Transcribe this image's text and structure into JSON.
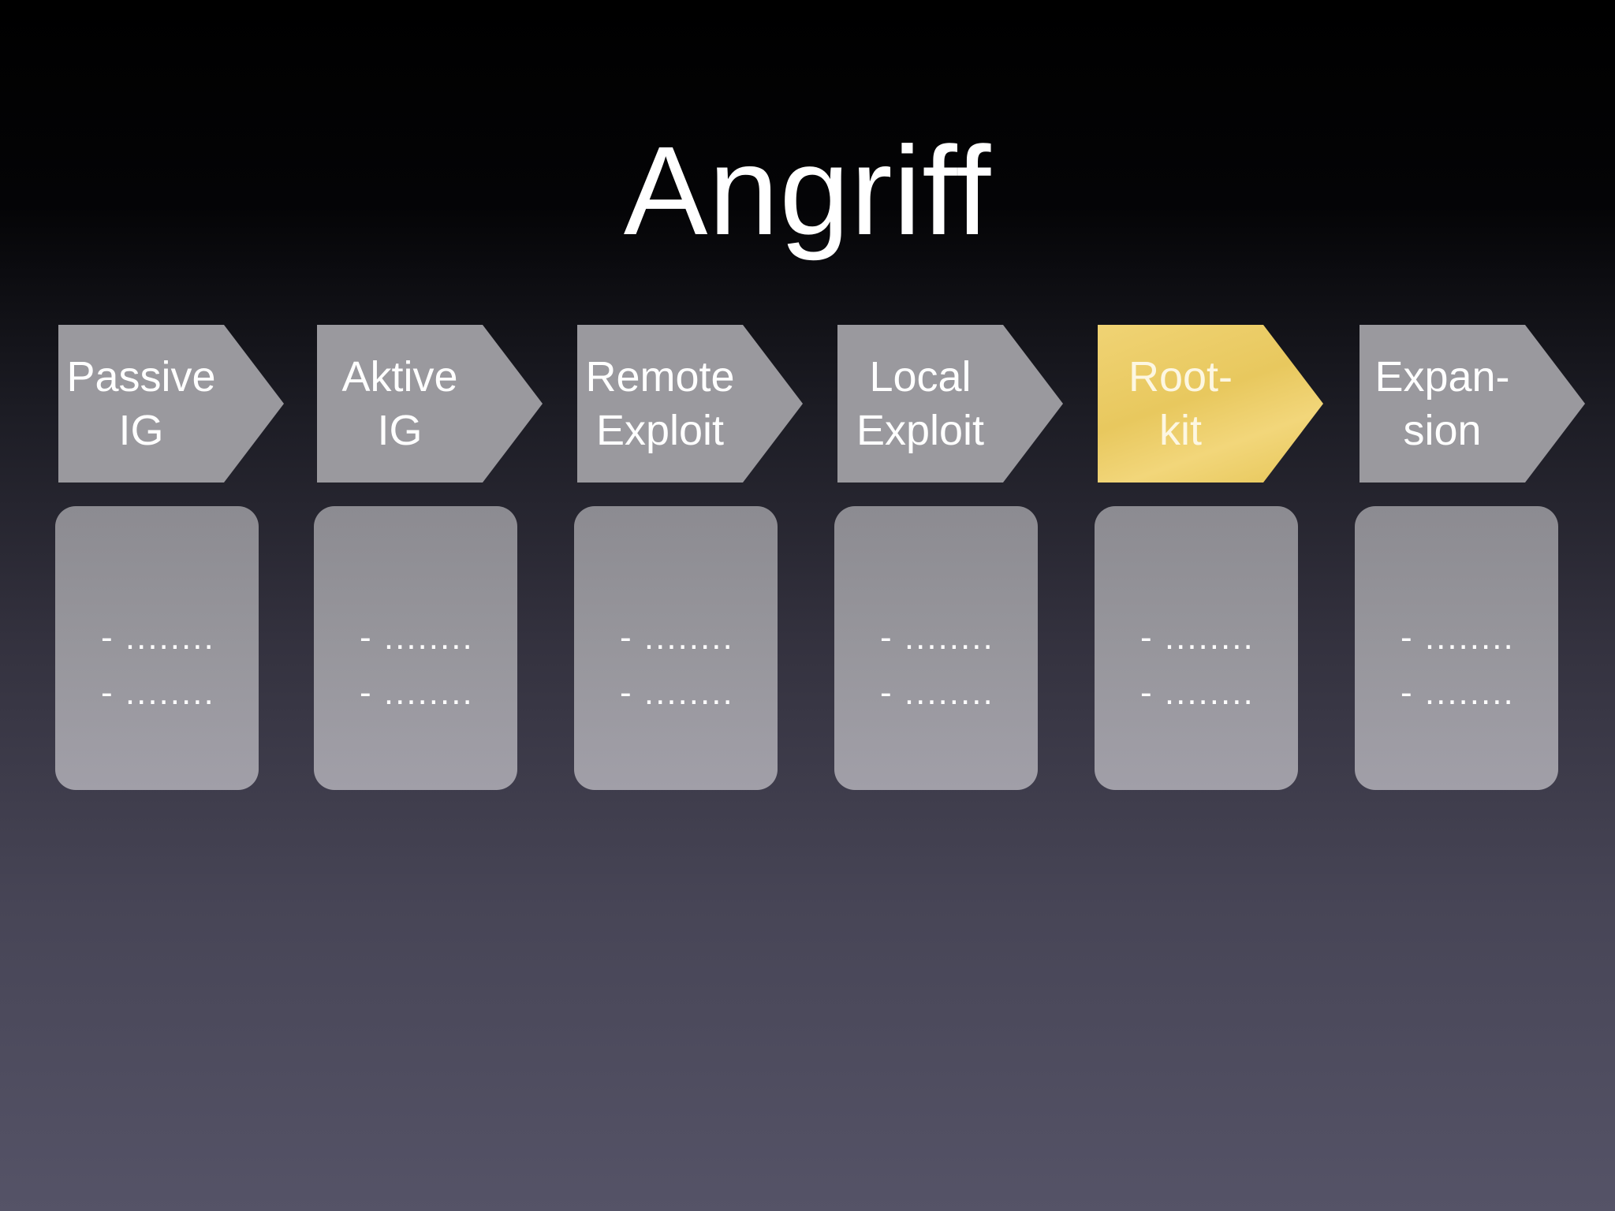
{
  "title": "Angriff",
  "stages": [
    {
      "line1": "Passive",
      "line2": "IG",
      "active": false,
      "items": [
        "- ........",
        "- ........"
      ]
    },
    {
      "line1": "Aktive",
      "line2": "IG",
      "active": false,
      "items": [
        "- ........",
        "- ........"
      ]
    },
    {
      "line1": "Remote",
      "line2": "Exploit",
      "active": false,
      "items": [
        "- ........",
        "- ........"
      ]
    },
    {
      "line1": "Local",
      "line2": "Exploit",
      "active": false,
      "items": [
        "- ........",
        "- ........"
      ]
    },
    {
      "line1": "Root-",
      "line2": "kit",
      "active": true,
      "items": [
        "- ........",
        "- ........"
      ]
    },
    {
      "line1": "Expan-",
      "line2": "sion",
      "active": false,
      "items": [
        "- ........",
        "- ........"
      ]
    }
  ],
  "colors": {
    "chevron": "#9a999e",
    "chevron_active": "#ebcc62",
    "box": "#97969c",
    "text": "#ffffff"
  }
}
